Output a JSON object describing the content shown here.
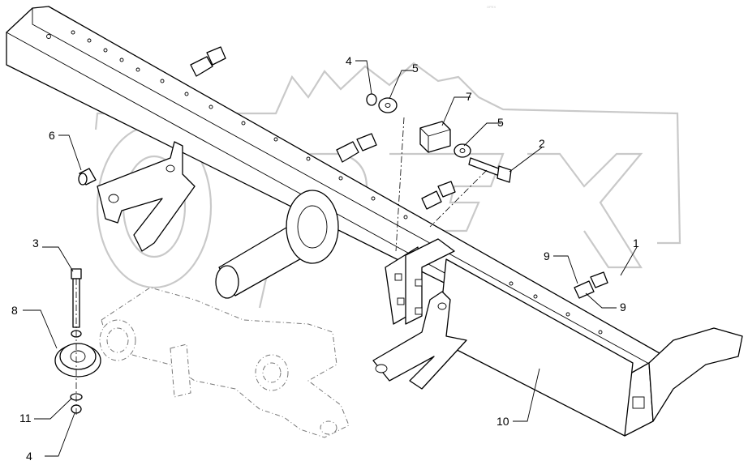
{
  "diagram": {
    "watermark": "OPEX",
    "callouts": [
      {
        "id": "c-1",
        "label": "1"
      },
      {
        "id": "c-2",
        "label": "2"
      },
      {
        "id": "c-3",
        "label": "3"
      },
      {
        "id": "c-4a",
        "label": "4"
      },
      {
        "id": "c-4b",
        "label": "4"
      },
      {
        "id": "c-5a",
        "label": "5"
      },
      {
        "id": "c-5b",
        "label": "5"
      },
      {
        "id": "c-6",
        "label": "6"
      },
      {
        "id": "c-7",
        "label": "7"
      },
      {
        "id": "c-8",
        "label": "8"
      },
      {
        "id": "c-9a",
        "label": "9"
      },
      {
        "id": "c-9b",
        "label": "9"
      },
      {
        "id": "c-10",
        "label": "10"
      },
      {
        "id": "c-11",
        "label": "11"
      }
    ]
  }
}
